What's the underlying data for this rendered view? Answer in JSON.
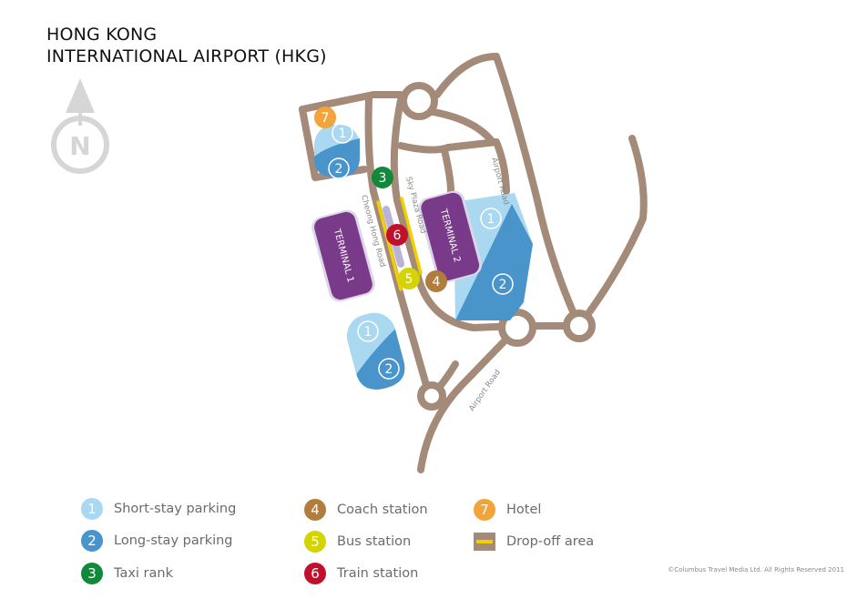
{
  "title": {
    "line1": "HONG KONG",
    "line2": "INTERNATIONAL AIRPORT (HKG)"
  },
  "compass": {
    "label": "N",
    "icon": "north-arrow-icon"
  },
  "colors": {
    "road": "#a48a78",
    "short_stay": "#a9d8f0",
    "long_stay": "#4a94cc",
    "taxi": "#108a3a",
    "coach": "#b07d3c",
    "bus": "#d4d400",
    "train": "#c0102c",
    "hotel": "#f2a43a",
    "terminal": "#7a3a8a",
    "dropoff_line": "#f2d000",
    "compass": "#d6d6d6"
  },
  "terminals": {
    "terminal_1": "TERMINAL 1",
    "terminal_2": "TERMINAL 2"
  },
  "roads": {
    "cheong_hong": "Cheong Hong Road",
    "sky_plaza": "Sky Plaza Road",
    "airport_road_north": "Airport Road",
    "airport_road_south": "Airport Road"
  },
  "markers": {
    "hotel": "7",
    "short_stay": "1",
    "long_stay": "2",
    "taxi": "3",
    "coach": "4",
    "bus": "5",
    "train": "6"
  },
  "legend": [
    {
      "number": "1",
      "label": "Short-stay parking"
    },
    {
      "number": "2",
      "label": "Long-stay parking"
    },
    {
      "number": "3",
      "label": "Taxi rank"
    },
    {
      "number": "4",
      "label": "Coach station"
    },
    {
      "number": "5",
      "label": "Bus station"
    },
    {
      "number": "6",
      "label": "Train station"
    },
    {
      "number": "7",
      "label": "Hotel"
    },
    {
      "label": "Drop-off area"
    }
  ],
  "copyright": "©Columbus Travel Media Ltd. All Rights Reserved 2011"
}
